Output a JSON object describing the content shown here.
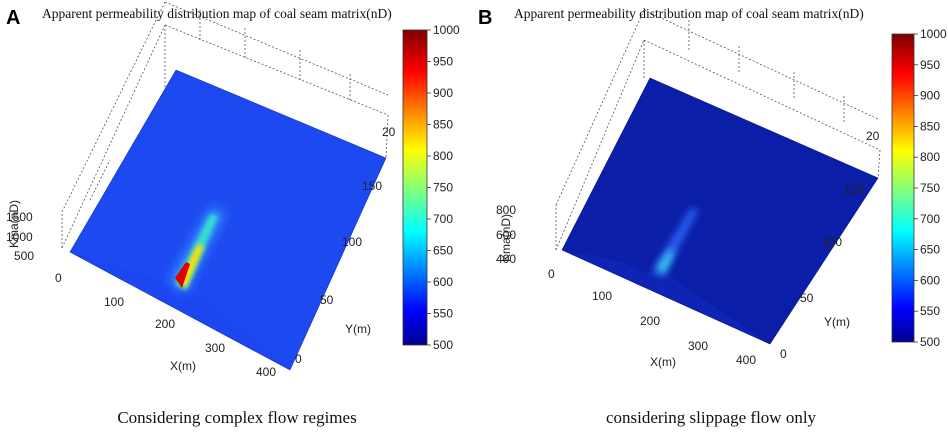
{
  "chart_data": [
    {
      "panel_label": "A",
      "type": "heatmap",
      "title": "Apparent permeability distribution map of coal seam matrix(nD)",
      "caption": "Considering complex flow regimes",
      "xlabel": "X(m)",
      "ylabel": "Y(m)",
      "zlabel": "Kma(nD)",
      "x_ticks": [
        "0",
        "100",
        "200",
        "300",
        "400"
      ],
      "y_ticks": [
        "0",
        "50",
        "100",
        "150",
        "20"
      ],
      "z_ticks": [
        "500",
        "1000",
        "1500"
      ],
      "xlim": [
        0,
        400
      ],
      "ylim": [
        0,
        200
      ],
      "zlim": [
        500,
        1500
      ],
      "colorbar_ticks": [
        "1000",
        "950",
        "900",
        "850",
        "800",
        "750",
        "700",
        "650",
        "600",
        "550",
        "500"
      ],
      "colorbar_range": [
        500,
        1000
      ],
      "colormap": "jet",
      "background_value": 560,
      "fracture": {
        "x": 200,
        "y_start": 0,
        "y_end": 100,
        "peak": 1000
      }
    },
    {
      "panel_label": "B",
      "type": "heatmap",
      "title": "Apparent permeability distribution map of coal seam matrix(nD)",
      "caption": "considering slippage flow only",
      "xlabel": "X(m)",
      "ylabel": "Y(m)",
      "zlabel": "Kma(nD)",
      "x_ticks": [
        "0",
        "100",
        "200",
        "300",
        "400"
      ],
      "y_ticks": [
        "0",
        "50",
        "100",
        "150",
        "20"
      ],
      "z_ticks": [
        "400",
        "600",
        "800"
      ],
      "xlim": [
        0,
        400
      ],
      "ylim": [
        0,
        200
      ],
      "zlim": [
        400,
        800
      ],
      "colorbar_ticks": [
        "1000",
        "950",
        "900",
        "850",
        "800",
        "750",
        "700",
        "650",
        "600",
        "550",
        "500"
      ],
      "colorbar_range": [
        500,
        1000
      ],
      "colormap": "jet",
      "background_value": 505,
      "fracture": {
        "x": 200,
        "y_start": 0,
        "y_end": 100,
        "peak": 680
      }
    }
  ]
}
